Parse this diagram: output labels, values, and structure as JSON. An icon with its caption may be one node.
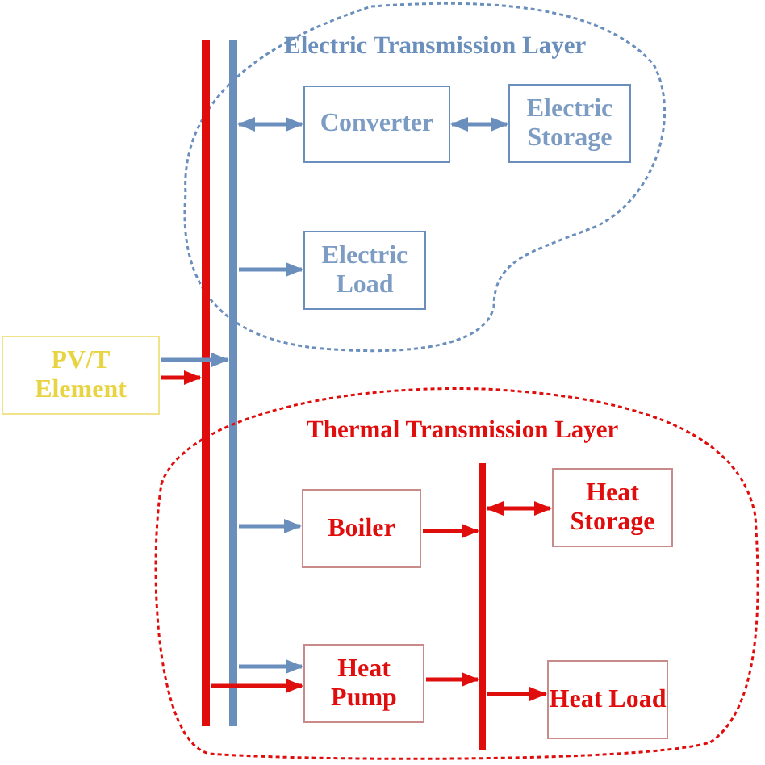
{
  "diagram": {
    "nodes": [
      {
        "text": [
          "Electric Transmission Layer"
        ]
      },
      {
        "text": [
          "Converter"
        ],
        "in": 0
      },
      {
        "text": [
          "Electric Storage"
        ],
        "in": 0
      },
      {
        "text": [
          "Electric Load"
        ],
        "in": 0
      },
      {
        "text": [
          "PV/T Element"
        ]
      },
      {
        "text": [],
        "shape": "bar"
      },
      {
        "text": [],
        "shape": "bar"
      },
      {
        "text": [
          "Thermal Transmission Layer"
        ]
      },
      {
        "text": [
          "Boiler"
        ],
        "in": 7
      },
      {
        "text": [
          "Heat Pump"
        ],
        "in": 7
      },
      {
        "text": [],
        "shape": "bar",
        "in": 7
      },
      {
        "text": [
          "Heat Storage"
        ],
        "in": 7
      },
      {
        "text": [
          "Heat Load"
        ],
        "in": 7
      }
    ],
    "edges": [
      {
        "from": 6,
        "to": 1,
        "arrow": "both",
        "color": "#6b8fbd"
      },
      {
        "from": 1,
        "to": 2,
        "arrow": "both",
        "color": "#6b8fbd"
      },
      {
        "from": 6,
        "to": 3,
        "arrow": "to",
        "color": "#6b8fbd"
      },
      {
        "from": 4,
        "to": 6,
        "arrow": "to",
        "color": "#6b8fbd"
      },
      {
        "from": 4,
        "to": 5,
        "arrow": "to",
        "color": "#e00d0d"
      },
      {
        "from": 6,
        "to": 8,
        "arrow": "to",
        "color": "#6b8fbd"
      },
      {
        "from": 6,
        "to": 9,
        "arrow": "to",
        "color": "#6b8fbd"
      },
      {
        "from": 5,
        "to": 9,
        "arrow": "to",
        "color": "#e00d0d"
      },
      {
        "from": 8,
        "to": 10,
        "arrow": "to",
        "color": "#e00d0d"
      },
      {
        "from": 9,
        "to": 10,
        "arrow": "to",
        "color": "#e00d0d"
      },
      {
        "from": 10,
        "to": 11,
        "arrow": "both",
        "color": "#e00d0d"
      },
      {
        "from": 10,
        "to": 12,
        "arrow": "to",
        "color": "#e00d0d"
      }
    ]
  }
}
